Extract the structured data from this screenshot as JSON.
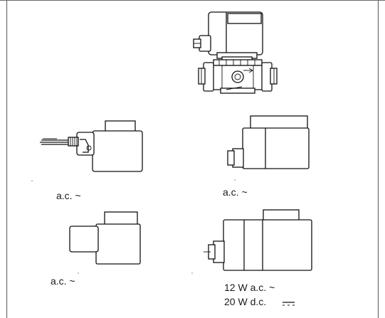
{
  "labels": {
    "coil_a": "a.c. ~",
    "coil_b": "a.c. ~",
    "coil_c": "a.c. ~",
    "coil_d_ac": "12 W a.c. ~",
    "coil_d_dc": "20 W d.c."
  },
  "colors": {
    "line": "#111111",
    "frame": "#6a6a6a",
    "background": "#ffffff"
  }
}
